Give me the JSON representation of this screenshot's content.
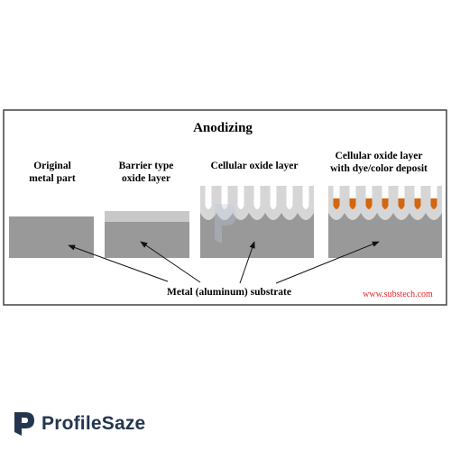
{
  "diagram": {
    "title": "Anodizing",
    "panels": [
      {
        "label_lines": [
          "Original",
          "metal part"
        ]
      },
      {
        "label_lines": [
          "Barrier type",
          "oxide layer"
        ]
      },
      {
        "label_lines": [
          "Cellular oxide layer"
        ]
      },
      {
        "label_lines": [
          "Cellular oxide layer",
          "with dye/color deposit"
        ]
      }
    ],
    "substrate_label": "Metal (aluminum) substrate",
    "source_credit": "www.substech.com",
    "colors": {
      "metal": "#999999",
      "barrier_oxide": "#c8c8c8",
      "cellular_oxide": "#d6d6d6",
      "dye": "#d3670f",
      "credit": "#e0262a",
      "frame": "#444444"
    }
  },
  "watermark": {
    "logo_icon": "profilesaze-p-icon",
    "brand_name": "ProfileSaze"
  }
}
